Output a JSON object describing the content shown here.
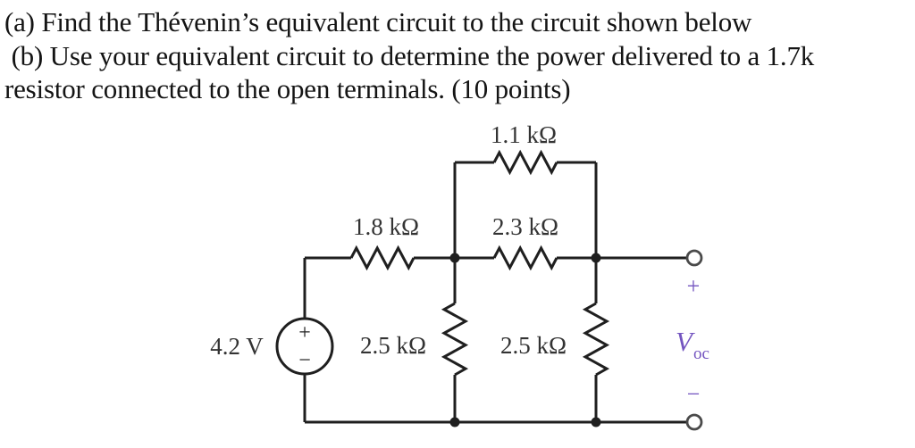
{
  "problem": {
    "line_a": "(a) Find the Thévenin’s equivalent circuit to the circuit shown below",
    "line_b": " (b) Use your equivalent circuit to determine the power delivered to a 1.7k",
    "line_b_cont": "resistor connected to the open terminals. (10 points)"
  },
  "circuit": {
    "source": {
      "label": "4.2 V",
      "plus": "+",
      "minus": "−"
    },
    "resistors": {
      "top": "1.1 kΩ",
      "series_left": "1.8 kΩ",
      "series_mid": "2.3 kΩ",
      "shunt_left": "2.5 kΩ",
      "shunt_right": "2.5 kΩ"
    },
    "terminals": {
      "plus": "+",
      "minus": "−",
      "v_symbol": "V",
      "v_subscript": "oc"
    },
    "colors": {
      "wire": "#1f1f1f",
      "label": "#333333",
      "accent": "#7455c0"
    }
  }
}
